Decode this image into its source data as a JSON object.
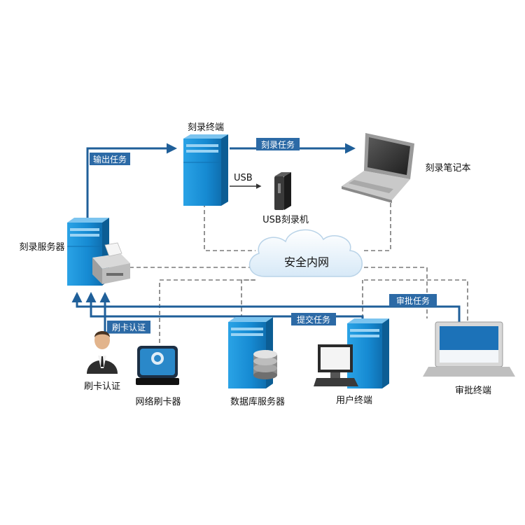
{
  "nodes": {
    "burn_terminal": "刻录终端",
    "burn_laptop": "刻录笔记本",
    "usb_burner": "USB刻录机",
    "usb": "USB",
    "burn_server": "刻录服务器",
    "secure_network": "安全内网",
    "card_auth": "刷卡认证",
    "network_card_reader": "网络刷卡器",
    "database_server": "数据库服务器",
    "user_terminal": "用户终端",
    "approval_terminal": "审批终端"
  },
  "flows": {
    "output_task": "输出任务",
    "burn_task": "刻录任务",
    "approval_task": "审批任务",
    "submit_task": "提交任务",
    "card_auth": "刷卡认证"
  },
  "colors": {
    "flow": "#1f5f99",
    "tag": "#2c6aa6",
    "server_blue": "#1e90d8",
    "cloud": "#e9f3fb"
  }
}
